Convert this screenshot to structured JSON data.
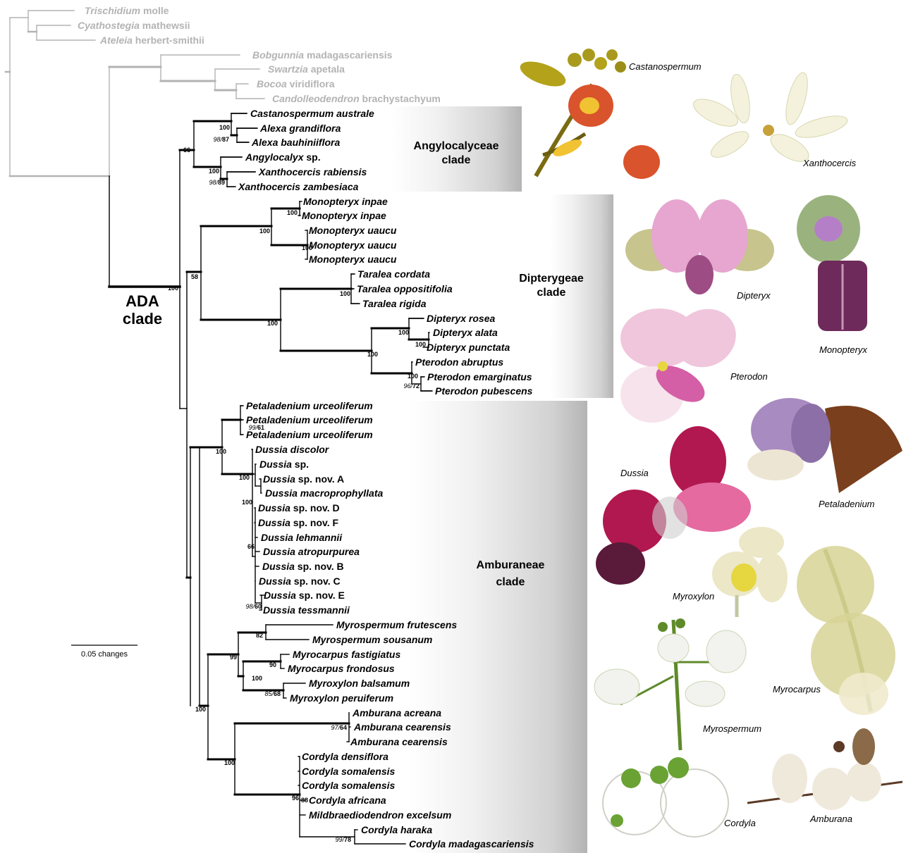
{
  "outgroup_taxa": [
    {
      "genus": "Trischidium",
      "rest": " molle"
    },
    {
      "genus": "Cyathostegia",
      "rest": " mathewsii"
    },
    {
      "genus": "Ateleia",
      "rest": " herbert-smithii"
    },
    {
      "genus": "Bobgunnia",
      "rest": " madagascariensis"
    },
    {
      "genus": "Swartzia",
      "rest": " apetala"
    },
    {
      "genus": "Bocoa",
      "rest": " viridiflora"
    },
    {
      "genus": "Candolleodendron",
      "rest": " brachystachyum"
    }
  ],
  "taxa": [
    {
      "genus": "Castanospermum australe",
      "rest": ""
    },
    {
      "genus": "Alexa grandiflora",
      "rest": ""
    },
    {
      "genus": "Alexa bauhiniiflora",
      "rest": ""
    },
    {
      "genus": "Angylocalyx",
      "rest": " sp."
    },
    {
      "genus": "Xanthocercis rabiensis",
      "rest": ""
    },
    {
      "genus": "Xanthocercis zambesiaca",
      "rest": ""
    },
    {
      "genus": "Monopteryx inpae",
      "rest": ""
    },
    {
      "genus": "Monopteryx inpae",
      "rest": ""
    },
    {
      "genus": "Monopteryx uaucu",
      "rest": ""
    },
    {
      "genus": "Monopteryx uaucu",
      "rest": ""
    },
    {
      "genus": "Monopteryx uaucu",
      "rest": ""
    },
    {
      "genus": "Taralea cordata",
      "rest": ""
    },
    {
      "genus": "Taralea oppositifolia",
      "rest": ""
    },
    {
      "genus": "Taralea rigida",
      "rest": ""
    },
    {
      "genus": "Dipteryx rosea",
      "rest": ""
    },
    {
      "genus": "Dipteryx alata",
      "rest": ""
    },
    {
      "genus": "Dipteryx punctata",
      "rest": ""
    },
    {
      "genus": "Pterodon abruptus",
      "rest": ""
    },
    {
      "genus": "Pterodon emarginatus",
      "rest": ""
    },
    {
      "genus": "Pterodon pubescens",
      "rest": ""
    },
    {
      "genus": "Petaladenium urceoliferum",
      "rest": ""
    },
    {
      "genus": "Petaladenium urceoliferum",
      "rest": ""
    },
    {
      "genus": "Petaladenium urceoliferum",
      "rest": ""
    },
    {
      "genus": "Dussia discolor",
      "rest": ""
    },
    {
      "genus": "Dussia",
      "rest": " sp."
    },
    {
      "genus": "Dussia",
      "rest": " sp. nov. A"
    },
    {
      "genus": "Dussia macroprophyllata",
      "rest": ""
    },
    {
      "genus": "Dussia",
      "rest": " sp. nov. D"
    },
    {
      "genus": "Dussia",
      "rest": " sp. nov. F"
    },
    {
      "genus": "Dussia lehmannii",
      "rest": ""
    },
    {
      "genus": "Dussia atropurpurea",
      "rest": ""
    },
    {
      "genus": "Dussia",
      "rest": " sp. nov. B"
    },
    {
      "genus": "Dussia",
      "rest": " sp. nov. C"
    },
    {
      "genus": "Dussia",
      "rest": " sp. nov. E"
    },
    {
      "genus": "Dussia tessmannii",
      "rest": ""
    },
    {
      "genus": "Myrospermum frutescens",
      "rest": ""
    },
    {
      "genus": "Myrospermum sousanum",
      "rest": ""
    },
    {
      "genus": "Myrocarpus fastigiatus",
      "rest": ""
    },
    {
      "genus": "Myrocarpus frondosus",
      "rest": ""
    },
    {
      "genus": "Myroxylon balsamum",
      "rest": ""
    },
    {
      "genus": "Myroxylon peruiferum",
      "rest": ""
    },
    {
      "genus": "Amburana acreana",
      "rest": ""
    },
    {
      "genus": "Amburana cearensis",
      "rest": ""
    },
    {
      "genus": "Amburana cearensis",
      "rest": ""
    },
    {
      "genus": "Cordyla densiflora",
      "rest": ""
    },
    {
      "genus": "Cordyla somalensis",
      "rest": ""
    },
    {
      "genus": "Cordyla somalensis",
      "rest": ""
    },
    {
      "genus": "Cordyla africana",
      "rest": ""
    },
    {
      "genus": "Mildbraediodendron excelsum",
      "rest": ""
    },
    {
      "genus": "Cordyla haraka",
      "rest": ""
    },
    {
      "genus": "Cordyla madagascariensis",
      "rest": ""
    }
  ],
  "clades": {
    "angylocalyceae": [
      "Angylocalyceae",
      "clade"
    ],
    "dipterygeae": [
      "Dipterygeae",
      "clade"
    ],
    "amburaneae": [
      "Amburaneae",
      "clade"
    ],
    "ada": [
      "ADA",
      "clade"
    ]
  },
  "support_values": [
    {
      "it": "",
      "v": "100"
    },
    {
      "it": "98/",
      "v": "87"
    },
    {
      "it": "",
      "v": "66"
    },
    {
      "it": "",
      "v": "100"
    },
    {
      "it": "98/",
      "v": "89"
    },
    {
      "it": "",
      "v": "100"
    },
    {
      "it": "",
      "v": "100"
    },
    {
      "it": "",
      "v": "100"
    },
    {
      "it": "",
      "v": "58"
    },
    {
      "it": "",
      "v": "100"
    },
    {
      "it": "",
      "v": "100"
    },
    {
      "it": "",
      "v": "100"
    },
    {
      "it": "",
      "v": "100"
    },
    {
      "it": "",
      "v": "100"
    },
    {
      "it": "",
      "v": "100"
    },
    {
      "it": "96/",
      "v": "72"
    },
    {
      "it": "",
      "v": "100"
    },
    {
      "it": "99/",
      "v": "61"
    },
    {
      "it": "",
      "v": "100"
    },
    {
      "it": "",
      "v": "100"
    },
    {
      "it": "",
      "v": "100"
    },
    {
      "it": "",
      "v": "66"
    },
    {
      "it": "98/",
      "v": "60"
    },
    {
      "it": "",
      "v": "82"
    },
    {
      "it": "",
      "v": "99"
    },
    {
      "it": "",
      "v": "90"
    },
    {
      "it": "",
      "v": "100"
    },
    {
      "it": "85/",
      "v": "68"
    },
    {
      "it": "",
      "v": "100"
    },
    {
      "it": "97/",
      "v": "64"
    },
    {
      "it": "",
      "v": "100"
    },
    {
      "it": "",
      "v": "96"
    },
    {
      "it": "",
      "v": "88"
    },
    {
      "it": "99/",
      "v": "78"
    }
  ],
  "scale_bar": "0.05 changes",
  "photos": [
    {
      "label": "Castanospermum",
      "colors": [
        "#d9532c",
        "#b3a21a",
        "#f1c232"
      ]
    },
    {
      "label": "Xanthocercis",
      "colors": [
        "#f4f2dc",
        "#d8d6b0",
        "#c7a13a"
      ]
    },
    {
      "label": "Dipteryx",
      "colors": [
        "#e6a6cf",
        "#c7c48d",
        "#9e4c84"
      ]
    },
    {
      "label": "Monopteryx",
      "colors": [
        "#6e2a5a",
        "#9ab37e",
        "#b57fc7"
      ]
    },
    {
      "label": "Pterodon",
      "colors": [
        "#f0c6dc",
        "#d45fa6",
        "#f7f0f3"
      ]
    },
    {
      "label": "Petaladenium",
      "colors": [
        "#7a3f1c",
        "#a88bc0",
        "#ede5d3"
      ]
    },
    {
      "label": "Dussia",
      "colors": [
        "#b0184f",
        "#e46aa0",
        "#5a1a3a"
      ]
    },
    {
      "label": "Myroxylon",
      "colors": [
        "#ece7c7",
        "#e6d640",
        "#c2c7a0"
      ]
    },
    {
      "label": "Myrocarpus",
      "colors": [
        "#d8d396",
        "#7f9a3e",
        "#efeacd"
      ]
    },
    {
      "label": "Myrospermum",
      "colors": [
        "#f2f2ee",
        "#5f8a2a",
        "#c9d6b4"
      ]
    },
    {
      "label": "Cordyla",
      "colors": [
        "#f3f3f0",
        "#6aa234",
        "#b9b9b0"
      ]
    },
    {
      "label": "Amburana",
      "colors": [
        "#efe9dc",
        "#5b3a26",
        "#8a6a48"
      ]
    }
  ]
}
